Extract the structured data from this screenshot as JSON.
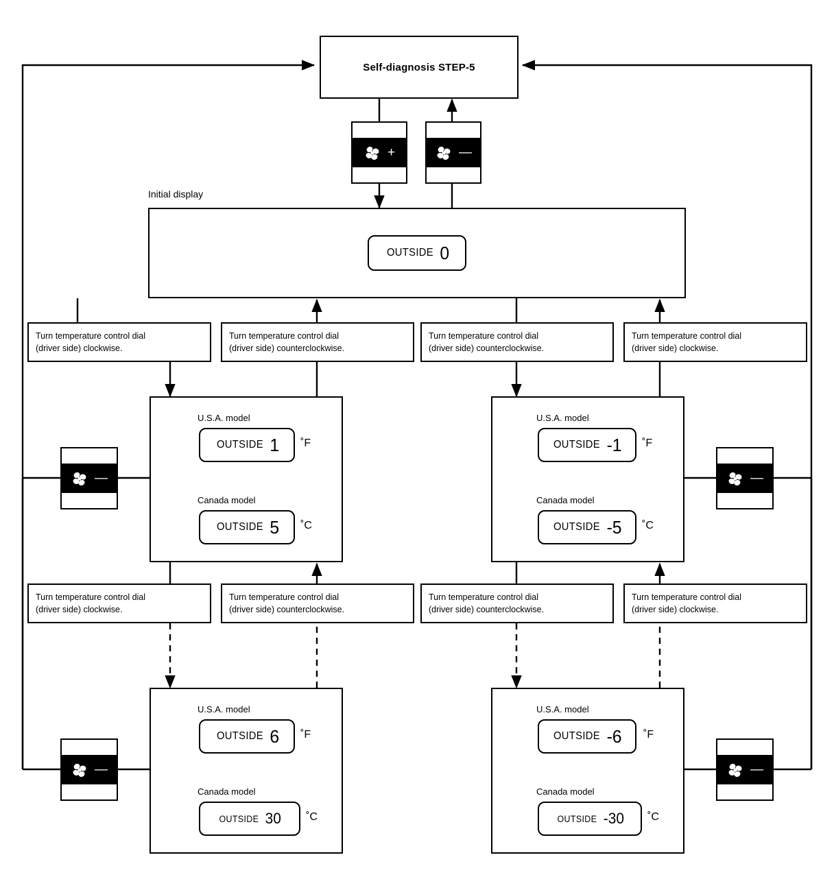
{
  "diagram": {
    "title_node": {
      "label": "Self-diagnosis STEP-5"
    },
    "initial_display": {
      "caption": "Initial display",
      "lcd": {
        "word": "OUTSIDE",
        "value": "0"
      }
    },
    "keys": {
      "fan_plus": {
        "sign": "+",
        "name": "fan-speed-increase-key"
      },
      "fan_minus": {
        "sign": "—",
        "name": "fan-speed-decrease-key"
      }
    },
    "instructions": {
      "clockwise": {
        "line1": "Turn temperature control dial",
        "line2": "(driver side) clockwise."
      },
      "counterclockwise": {
        "line1": "Turn temperature control dial",
        "line2": "(driver side) counterclockwise."
      }
    },
    "instruction_row_1": [
      {
        "line1": "Turn temperature control dial",
        "line2": "(driver side) clockwise."
      },
      {
        "line1": "Turn temperature control dial",
        "line2": "(driver side) counterclockwise."
      },
      {
        "line1": "Turn temperature control dial",
        "line2": "(driver side) counterclockwise."
      },
      {
        "line1": "Turn temperature control dial",
        "line2": "(driver side) clockwise."
      }
    ],
    "instruction_row_2": [
      {
        "line1": "Turn temperature control dial",
        "line2": "(driver side) clockwise."
      },
      {
        "line1": "Turn temperature control dial",
        "line2": "(driver side) counterclockwise."
      },
      {
        "line1": "Turn temperature control dial",
        "line2": "(driver side) counterclockwise."
      },
      {
        "line1": "Turn temperature control dial",
        "line2": "(driver side) clockwise."
      }
    ],
    "model_nodes": [
      {
        "position": "middle-left",
        "usa": {
          "caption": "U.S.A. model",
          "word": "OUTSIDE",
          "value": "1",
          "unit": "˚F"
        },
        "canada": {
          "caption": "Canada model",
          "word": "OUTSIDE",
          "value": "5",
          "unit": "˚C"
        }
      },
      {
        "position": "middle-right",
        "usa": {
          "caption": "U.S.A. model",
          "word": "OUTSIDE",
          "value": "-1",
          "unit": "˚F"
        },
        "canada": {
          "caption": "Canada model",
          "word": "OUTSIDE",
          "value": "-5",
          "unit": "˚C"
        }
      },
      {
        "position": "bottom-left",
        "usa": {
          "caption": "U.S.A. model",
          "word": "OUTSIDE",
          "value": "6",
          "unit": "˚F"
        },
        "canada": {
          "caption": "Canada model",
          "word": "OUTSIDE",
          "value": "30",
          "unit": "˚C"
        }
      },
      {
        "position": "bottom-right",
        "usa": {
          "caption": "U.S.A. model",
          "word": "OUTSIDE",
          "value": "-6",
          "unit": "˚F"
        },
        "canada": {
          "caption": "Canada model",
          "word": "OUTSIDE",
          "value": "-30",
          "unit": "˚C"
        }
      }
    ],
    "side_keys": [
      {
        "position": "middle-left",
        "sign": "—"
      },
      {
        "position": "middle-right",
        "sign": "—"
      },
      {
        "position": "bottom-left",
        "sign": "—"
      },
      {
        "position": "bottom-right",
        "sign": "—"
      }
    ],
    "colors": {
      "line": "#000000",
      "background": "#ffffff",
      "lcd_band": "#000000"
    }
  }
}
